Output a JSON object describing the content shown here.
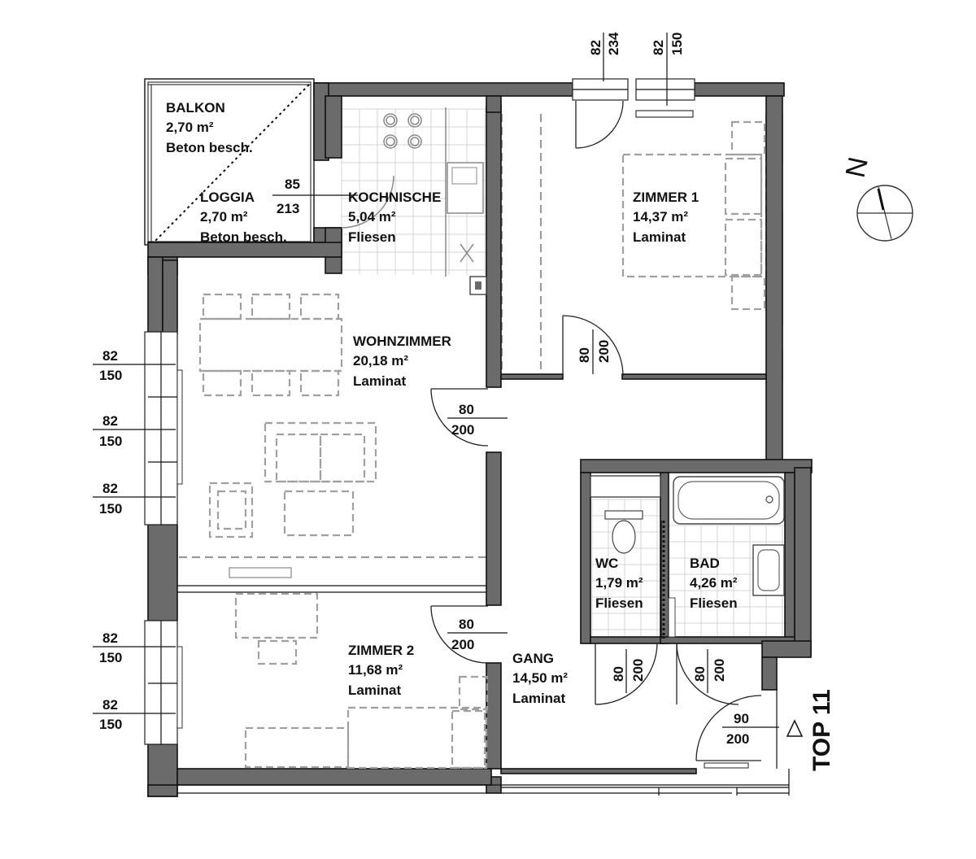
{
  "rooms": {
    "balkon": {
      "name": "BALKON",
      "area": "2,70 m²",
      "floor": "Beton besch."
    },
    "loggia": {
      "name": "LOGGIA",
      "area": "2,70 m²",
      "floor": "Beton besch."
    },
    "kochnische": {
      "name": "KOCHNISCHE",
      "area": "5,04 m²",
      "floor": "Fliesen"
    },
    "zimmer1": {
      "name": "ZIMMER 1",
      "area": "14,37 m²",
      "floor": "Laminat"
    },
    "wohnzimmer": {
      "name": "WOHNZIMMER",
      "area": "20,18 m²",
      "floor": "Laminat"
    },
    "zimmer2": {
      "name": "ZIMMER 2",
      "area": "11,68 m²",
      "floor": "Laminat"
    },
    "gang": {
      "name": "GANG",
      "area": "14,50 m²",
      "floor": "Laminat"
    },
    "wc": {
      "name": "WC",
      "area": "1,79 m²",
      "floor": "Fliesen"
    },
    "bad": {
      "name": "BAD",
      "area": "4,26 m²",
      "floor": "Fliesen"
    }
  },
  "dimensions": {
    "top_window_1": {
      "w": "82",
      "h": "234"
    },
    "top_window_2": {
      "w": "82",
      "h": "150"
    },
    "loggia_door": {
      "w": "85",
      "h": "213"
    },
    "west_window_1": {
      "w": "82",
      "h": "150"
    },
    "west_window_2": {
      "w": "82",
      "h": "150"
    },
    "west_window_3": {
      "w": "82",
      "h": "150"
    },
    "west_window_4": {
      "w": "82",
      "h": "150"
    },
    "west_window_5": {
      "w": "82",
      "h": "150"
    },
    "door_zimmer1": {
      "w": "80",
      "h": "200"
    },
    "door_wohnzimmer": {
      "w": "80",
      "h": "200"
    },
    "door_zimmer2": {
      "w": "80",
      "h": "200"
    },
    "door_wc": {
      "w": "80",
      "h": "200"
    },
    "door_bad": {
      "w": "80",
      "h": "200"
    },
    "door_entry": {
      "w": "90",
      "h": "200"
    }
  },
  "unit_label": "TOP 11",
  "north_label": "N",
  "colors": {
    "wall": "#6b6b6b",
    "line": "#111111",
    "furniture": "#a0a0a0"
  }
}
